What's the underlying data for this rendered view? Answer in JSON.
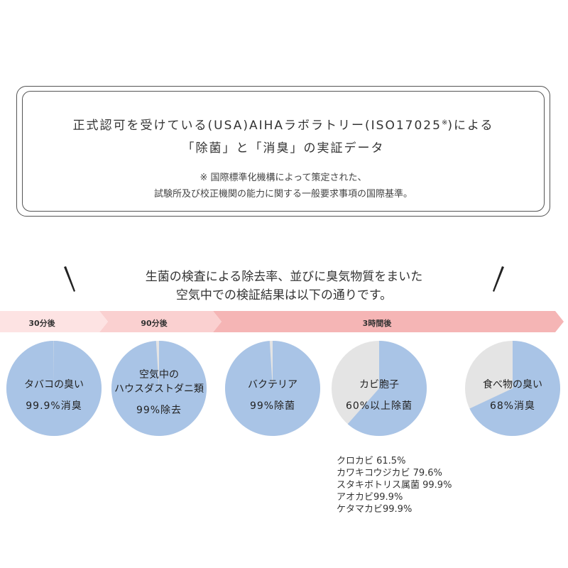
{
  "header": {
    "line1_prefix": "正式認可を受けている(USA)AIHAラボラトリー(ISO17025",
    "line1_mark": "※",
    "line1_suffix": ")による",
    "line2": "「除菌」と「消臭」の実証データ",
    "note_line1": "※ 国際標準化機構によって策定された、",
    "note_line2": "試験所及び校正機関の能力に関する一般要求事項の国際基準。"
  },
  "intro": {
    "line1": "生菌の検査による除去率、並びに臭気物質をまいた",
    "line2": "空気中での検証結果は以下の通りです。"
  },
  "colors": {
    "pie_fill": "#a9c4e6",
    "pie_rest": "#e4e4e4",
    "stage1": "#fde3e3",
    "stage2": "#fad0d0",
    "stage3": "#f5b5b5"
  },
  "chart_data": {
    "type": "pie",
    "timeline": [
      {
        "label": "30分後"
      },
      {
        "label": "90分後"
      },
      {
        "label": "3時間後"
      }
    ],
    "pies": [
      {
        "name_lines": [
          "タバコの臭い"
        ],
        "result": "99.9%消臭",
        "value": 99.9
      },
      {
        "name_lines": [
          "空気中の",
          "ハウスダストダニ類"
        ],
        "result": "99%除去",
        "value": 99
      },
      {
        "name_lines": [
          "バクテリア"
        ],
        "result": "99%除菌",
        "value": 99
      },
      {
        "name_lines": [
          "カビ胞子"
        ],
        "result": "60%以上除菌",
        "value": 61.5
      },
      {
        "name_lines": [
          "食べ物の臭い"
        ],
        "result": "68%消臭",
        "value": 68
      }
    ],
    "mold_details": [
      "クロカビ 61.5%",
      "カワキコウジカビ 79.6%",
      "スタキボトリス属菌 99.9%",
      "アオカビ99.9%",
      "ケタマカビ99.9%"
    ]
  }
}
